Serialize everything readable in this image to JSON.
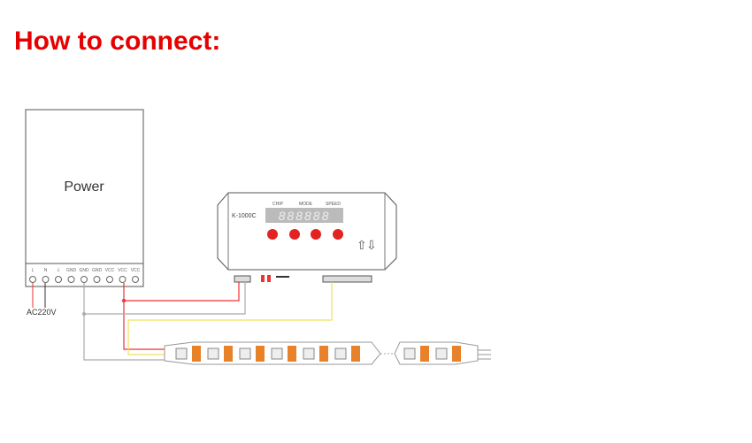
{
  "title": "How to connect:",
  "power": {
    "label": "Power",
    "terminals": [
      "L",
      "N",
      "⏚",
      "GND",
      "GND",
      "GND",
      "VCC",
      "VCC",
      "VCC"
    ],
    "input": "AC220V"
  },
  "controller": {
    "model": "K-1000C",
    "buttons": [
      "CHIP",
      "MODE",
      "SPEED"
    ],
    "display": "888888",
    "accent": "#e32222"
  },
  "colors": {
    "red": "#e33",
    "gray": "#aaa",
    "yellow": "#f2e05a",
    "led": "#e8822a"
  }
}
